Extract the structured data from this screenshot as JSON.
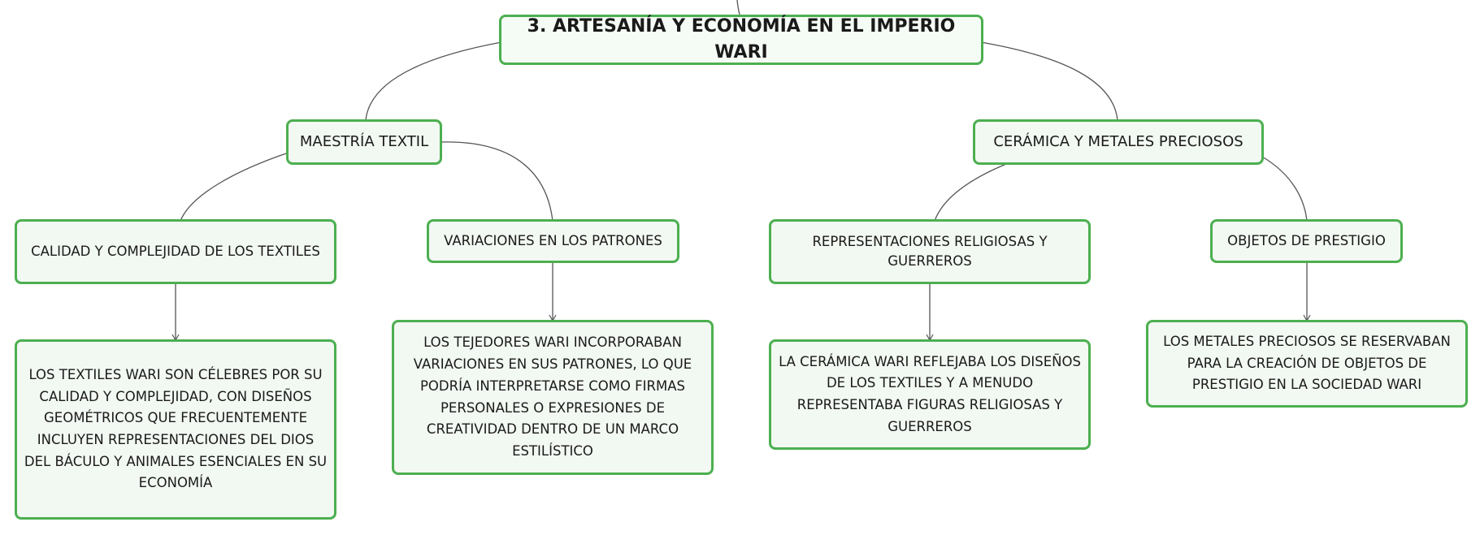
{
  "colors": {
    "border": "#4caf50",
    "fill": "#f2f8f2",
    "link": "#555555",
    "text": "#1a1a1a"
  },
  "root": {
    "label": "3. ARTESANÍA Y ECONOMÍA EN EL IMPERIO WARI"
  },
  "branches": [
    {
      "label": "MAESTRÍA TEXTIL",
      "children": [
        {
          "label": "CALIDAD Y COMPLEJIDAD DE LOS TEXTILES",
          "detail": "LOS TEXTILES WARI SON CÉLEBRES POR SU CALIDAD Y COMPLEJIDAD, CON DISEÑOS GEOMÉTRICOS QUE FRECUENTEMENTE INCLUYEN REPRESENTACIONES DEL DIOS DEL BÁCULO Y ANIMALES ESENCIALES EN SU ECONOMÍA"
        },
        {
          "label": "VARIACIONES EN LOS PATRONES",
          "detail": "LOS TEJEDORES WARI INCORPORABAN VARIACIONES EN SUS PATRONES, LO QUE PODRÍA INTERPRETARSE COMO FIRMAS PERSONALES O EXPRESIONES DE CREATIVIDAD DENTRO DE UN MARCO ESTILÍSTICO"
        }
      ]
    },
    {
      "label": "CERÁMICA Y METALES PRECIOSOS",
      "children": [
        {
          "label": "REPRESENTACIONES RELIGIOSAS Y GUERREROS",
          "detail": "LA CERÁMICA WARI REFLEJABA LOS DISEÑOS DE LOS TEXTILES Y A MENUDO REPRESENTABA FIGURAS RELIGIOSAS Y GUERREROS"
        },
        {
          "label": "OBJETOS DE PRESTIGIO",
          "detail": "LOS METALES PRECIOSOS SE RESERVABAN PARA LA CREACIÓN DE OBJETOS DE PRESTIGIO EN LA SOCIEDAD WARI"
        }
      ]
    }
  ]
}
